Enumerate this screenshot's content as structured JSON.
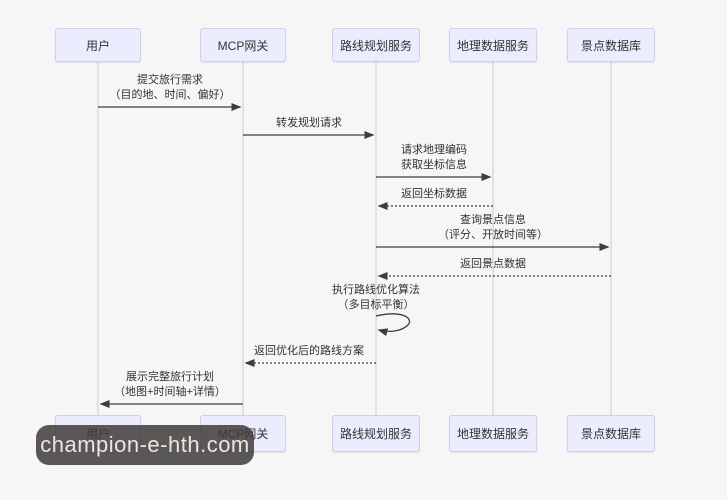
{
  "diagram": {
    "type": "sequence",
    "actors": [
      {
        "id": "user",
        "label": "用户"
      },
      {
        "id": "mcp-gateway",
        "label": "MCP网关"
      },
      {
        "id": "route-service",
        "label": "路线规划服务"
      },
      {
        "id": "geo-service",
        "label": "地理数据服务"
      },
      {
        "id": "poi-db",
        "label": "景点数据库"
      }
    ],
    "messages": [
      {
        "from": "用户",
        "to": "MCP网关",
        "style": "solid",
        "line1": "提交旅行需求",
        "line2": "（目的地、时间、偏好）"
      },
      {
        "from": "MCP网关",
        "to": "路线规划服务",
        "style": "solid",
        "line1": "转发规划请求",
        "line2": ""
      },
      {
        "from": "路线规划服务",
        "to": "地理数据服务",
        "style": "solid",
        "line1": "请求地理编码",
        "line2": "获取坐标信息"
      },
      {
        "from": "地理数据服务",
        "to": "路线规划服务",
        "style": "dotted",
        "line1": "返回坐标数据",
        "line2": ""
      },
      {
        "from": "路线规划服务",
        "to": "景点数据库",
        "style": "solid",
        "line1": "查询景点信息",
        "line2": "（评分、开放时间等）"
      },
      {
        "from": "景点数据库",
        "to": "路线规划服务",
        "style": "dotted",
        "line1": "返回景点数据",
        "line2": ""
      },
      {
        "from": "路线规划服务",
        "to": "路线规划服务",
        "style": "self",
        "line1": "执行路线优化算法",
        "line2": "（多目标平衡）"
      },
      {
        "from": "路线规划服务",
        "to": "MCP网关",
        "style": "dotted",
        "line1": "返回优化后的路线方案",
        "line2": ""
      },
      {
        "from": "MCP网关",
        "to": "用户",
        "style": "solid",
        "line1": "展示完整旅行计划",
        "line2": "（地图+时间轴+详情）"
      }
    ]
  },
  "watermark": {
    "text": "champion-e-hth.com"
  },
  "colors": {
    "background": "#f6f6f6",
    "actor_fill": "#ececff",
    "actor_border": "#cfcfe6",
    "arrow": "#3d3d3d",
    "lifeline": "#c9c9d4",
    "text": "#333333",
    "watermark_bg": "rgba(62,60,58,0.85)",
    "watermark_text": "#f2e2e2"
  }
}
